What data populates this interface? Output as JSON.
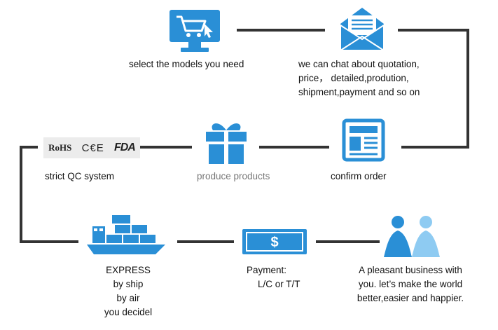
{
  "colors": {
    "accent": "#2a8fd6",
    "accent_light": "#8ecbf2",
    "line": "#333333"
  },
  "steps": {
    "select": {
      "icon": "computer-cart-icon",
      "label": "select the models you need"
    },
    "chat": {
      "icon": "envelope-icon",
      "lines": [
        "we can chat about quotation,",
        "price， detailed,prodution,",
        "shipment,payment and so on"
      ]
    },
    "confirm": {
      "icon": "newspaper-icon",
      "label": "confirm order"
    },
    "produce": {
      "icon": "gift-box-icon",
      "label": "produce products"
    },
    "qc": {
      "icon": "certification-logos",
      "badges": [
        "RoHS",
        "C€E",
        "FDA"
      ],
      "label": "strict QC system"
    },
    "express": {
      "icon": "cargo-ship-icon",
      "lines": [
        "EXPRESS",
        "by ship",
        "by air",
        "you decidel"
      ]
    },
    "payment": {
      "icon": "banknote-icon",
      "symbol": "$",
      "lines": [
        "Payment:",
        "L/C or  T/T"
      ]
    },
    "business": {
      "icon": "people-icon",
      "lines": [
        "A pleasant business with",
        "you. let’s make the world",
        "better,easier and happier."
      ]
    }
  }
}
